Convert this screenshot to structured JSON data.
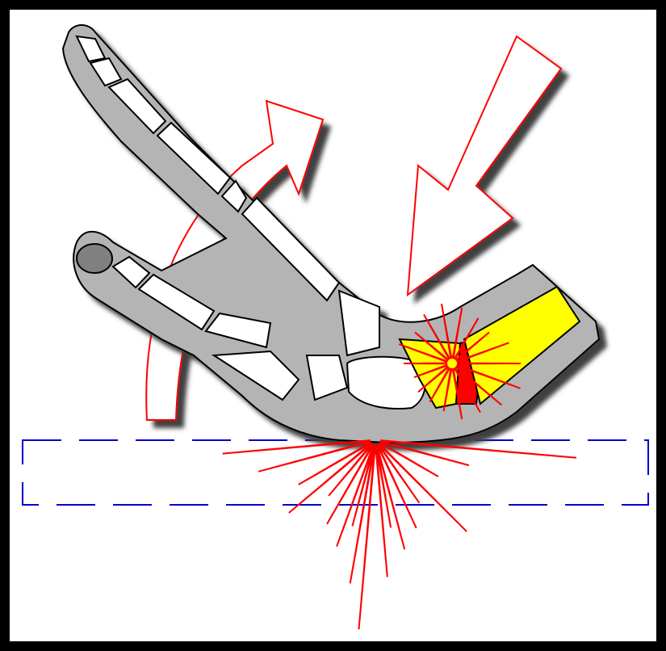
{
  "diagram": {
    "colors": {
      "frame": "#000000",
      "background": "#ffffff",
      "skin": "#b4b4b4",
      "bone": "#ffffff",
      "bone_outline": "#000000",
      "fracture_fragment": "#ffff00",
      "fracture_gap": "#ff0000",
      "force_arrow_stroke": "#ff0000",
      "impact_rays": "#ff0000",
      "surface_outline": "#0000cc",
      "shadow": "#404040"
    },
    "elements": [
      {
        "name": "hand-wrist-illustration",
        "interactable": false
      },
      {
        "name": "downward-force-arrow",
        "interactable": false
      },
      {
        "name": "hyperextension-arrow",
        "interactable": false
      },
      {
        "name": "fracture-site",
        "interactable": false
      },
      {
        "name": "impact-rays",
        "interactable": false
      },
      {
        "name": "ground-surface",
        "interactable": false
      }
    ]
  }
}
